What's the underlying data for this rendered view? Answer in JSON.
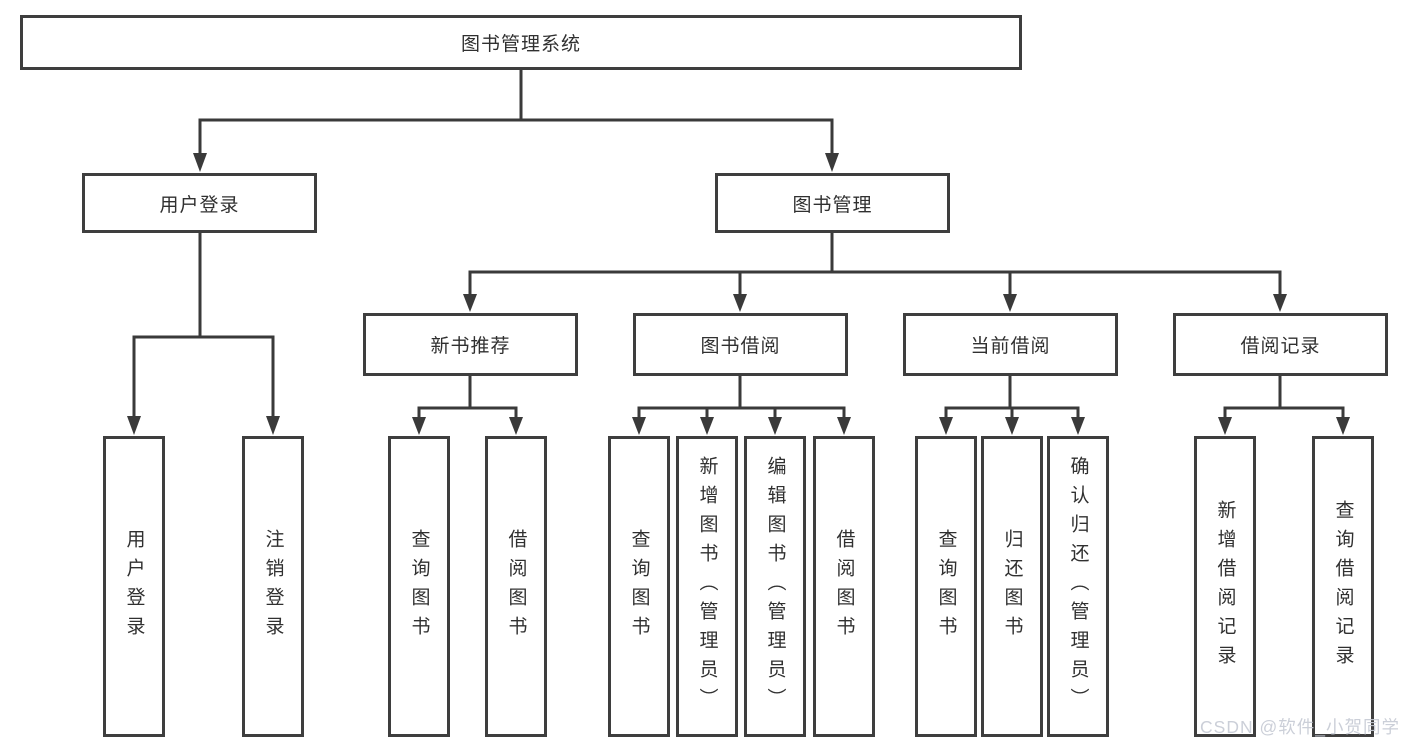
{
  "tree": {
    "root": {
      "label": "图书管理系统",
      "children": [
        {
          "label": "用户登录",
          "children": [
            {
              "label": "用户登录"
            },
            {
              "label": "注销登录"
            }
          ]
        },
        {
          "label": "图书管理",
          "children": [
            {
              "label": "新书推荐",
              "children": [
                {
                  "label": "查询图书"
                },
                {
                  "label": "借阅图书"
                }
              ]
            },
            {
              "label": "图书借阅",
              "children": [
                {
                  "label": "查询图书"
                },
                {
                  "label": "新增图书（管理员）"
                },
                {
                  "label": "编辑图书（管理员）"
                },
                {
                  "label": "借阅图书"
                }
              ]
            },
            {
              "label": "当前借阅",
              "children": [
                {
                  "label": "查询图书"
                },
                {
                  "label": "归还图书"
                },
                {
                  "label": "确认归还（管理员）"
                }
              ]
            },
            {
              "label": "借阅记录",
              "children": [
                {
                  "label": "新增借阅记录"
                },
                {
                  "label": "查询借阅记录"
                }
              ]
            }
          ]
        }
      ]
    },
    "watermark": "CSDN @软件_小贺同学"
  },
  "colors": {
    "line": "#3a3a3a",
    "box_border": "#3e3e3e",
    "text": "#303030",
    "watermark": "#c6cad4",
    "background": "#ffffff"
  }
}
